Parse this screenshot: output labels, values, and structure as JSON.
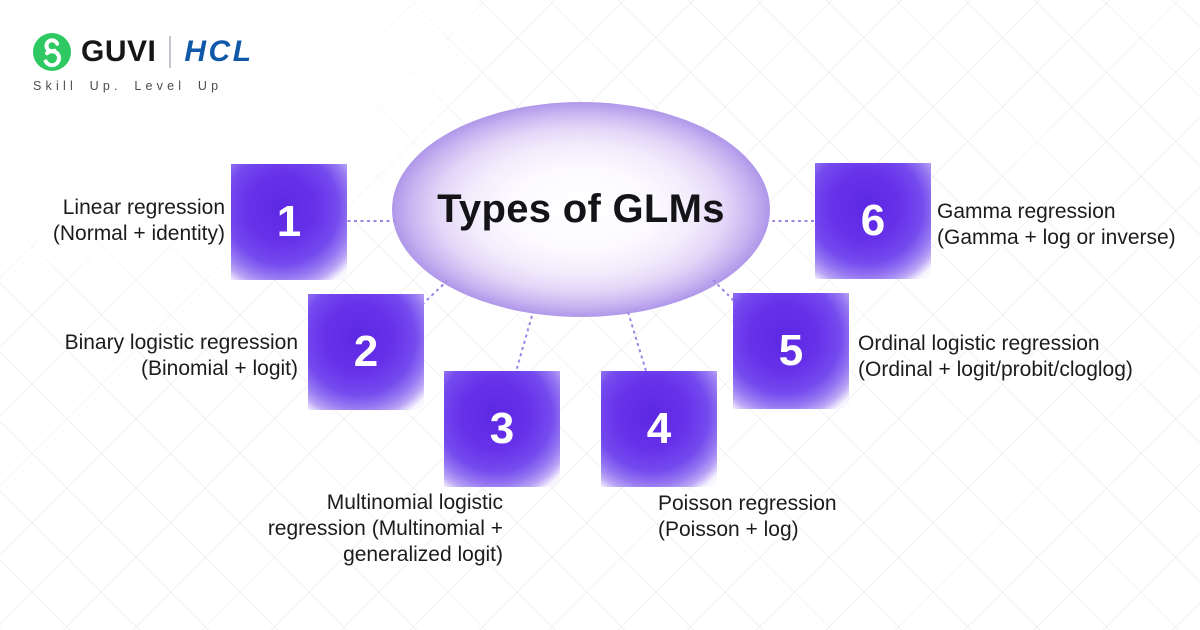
{
  "brand": {
    "guvi": "GUVI",
    "hcl": "HCL",
    "tagline": "Skill Up. Level Up",
    "icon": "guvi-g-glyph",
    "colors": {
      "guvi_green": "#2ec963",
      "hcl_blue": "#1059a9",
      "guvi_text": "#161616",
      "tagline_gray": "#4c4c4c"
    }
  },
  "diagram": {
    "title": "Types of GLMs",
    "colors": {
      "bubble_purple": "#6731ea",
      "hub_rim_lavender": "#b29aea",
      "connector_violet": "#9b84e4",
      "label_text": "#1c1c1e",
      "title_text": "#141318"
    },
    "nodes": [
      {
        "number": "1",
        "label": "Linear regression\n(Normal + identity)"
      },
      {
        "number": "2",
        "label": "Binary logistic regression\n(Binomial + logit)"
      },
      {
        "number": "3",
        "label": "Multinomial logistic\nregression (Multinomial +\ngeneralized logit)"
      },
      {
        "number": "4",
        "label": "Poisson regression\n(Poisson + log)"
      },
      {
        "number": "5",
        "label": "Ordinal logistic regression\n(Ordinal + logit/probit/cloglog)"
      },
      {
        "number": "6",
        "label": "Gamma regression\n(Gamma + log or inverse)"
      }
    ]
  }
}
